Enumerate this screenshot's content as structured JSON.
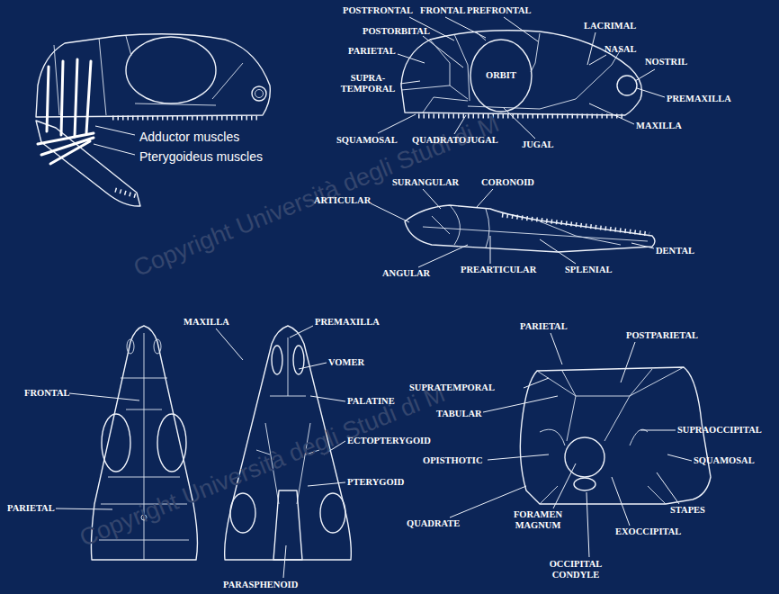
{
  "diagram": {
    "labels": [
      "Adductor muscles",
      "Pterygoideus muscles",
      "POSTFRONTAL",
      "FRONTAL",
      "PREFRONTAL",
      "POSTORBITAL",
      "PARIETAL",
      "LACRIMAL",
      "NASAL",
      "NOSTRIL",
      "SUPRA- TEMPORAL",
      "ORBIT",
      "PREMAXILLA",
      "MAXILLA",
      "SQUAMOSAL",
      "QUADRATOJUGAL",
      "JUGAL",
      "ARTICULAR",
      "SURANGULAR",
      "CORONOID",
      "DENTAL",
      "ANGULAR",
      "PREARTICULAR",
      "SPLENIAL",
      "FRONTAL",
      "PARIETAL",
      "MAXILLA",
      "PREMAXILLA",
      "VOMER",
      "PALATINE",
      "ECTOPTERYGOID",
      "PTERYGOID",
      "PARASPHENOID",
      "PARIETAL",
      "POSTPARIETAL",
      "SUPRATEMPORAL",
      "TABULAR",
      "SUPRAOCCIPITAL",
      "OPISTHOTIC",
      "SQUAMOSAL",
      "STAPES",
      "QUADRATE",
      "FORAMEN MAGNUM",
      "EXOCCIPITAL",
      "OCCIPITAL CONDYLE",
      "Copyright Università degli Studi di M",
      "Copyright Università degli Studi di M"
    ]
  }
}
